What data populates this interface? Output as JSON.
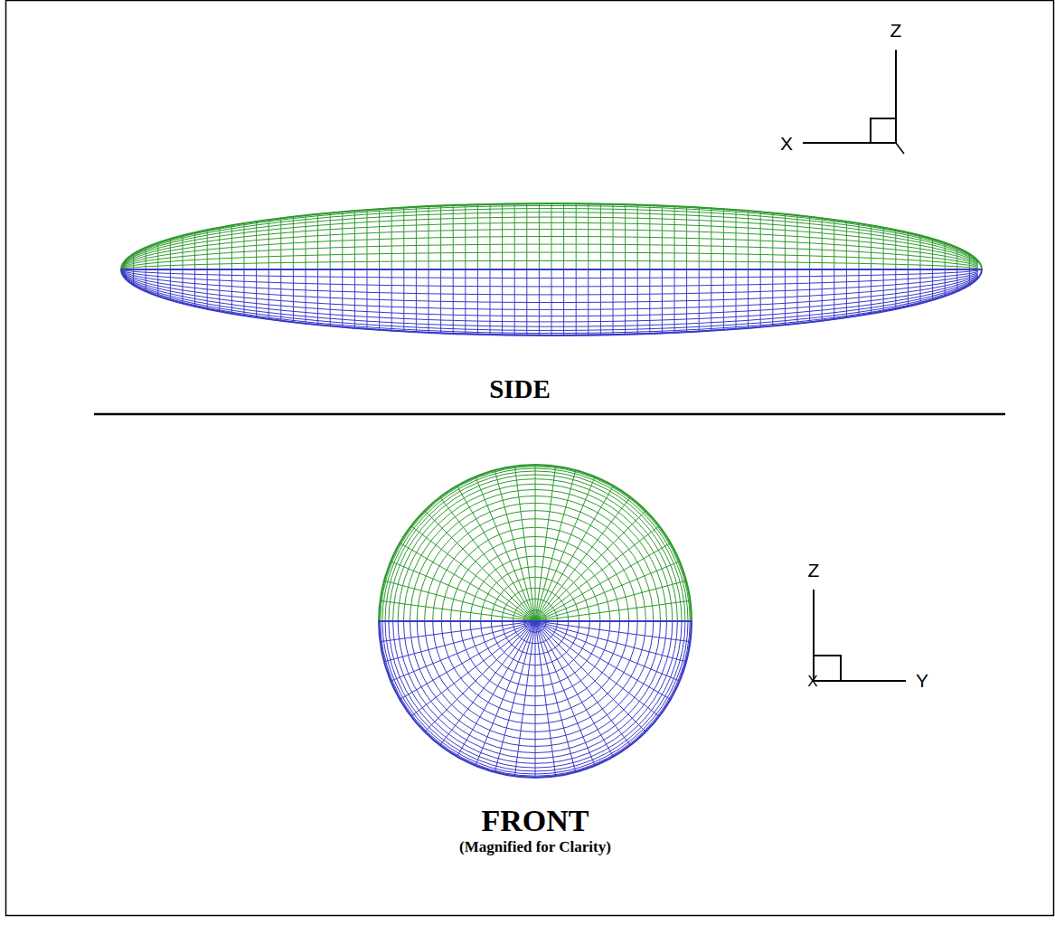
{
  "diagram": {
    "labels": [
      "Z",
      "X",
      "SIDE",
      "Z",
      "X",
      "Y",
      "FRONT",
      "(Magnified for Clarity)"
    ]
  }
}
